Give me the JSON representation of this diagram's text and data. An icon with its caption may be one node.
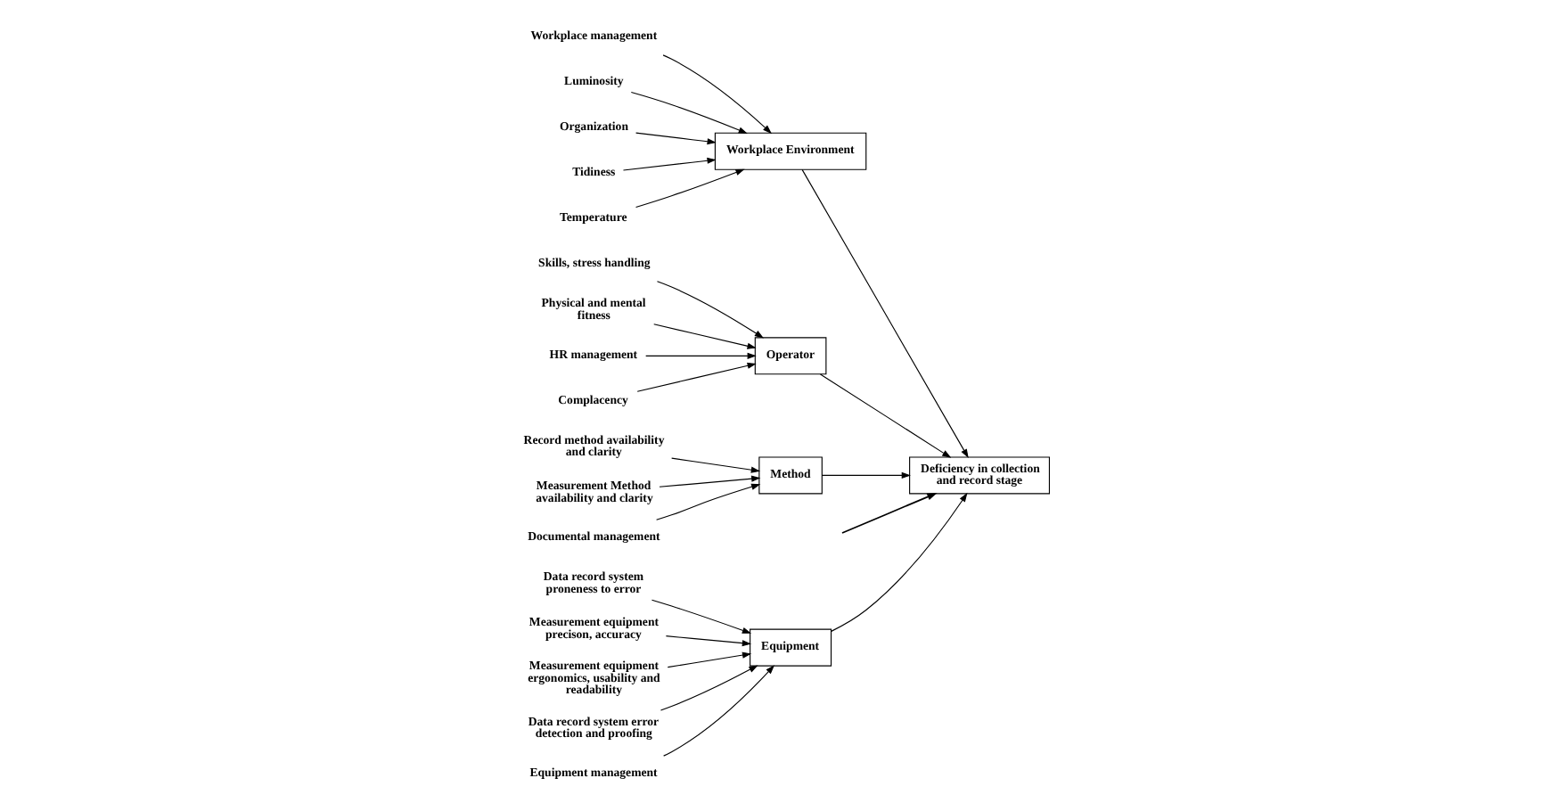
{
  "diagram": {
    "nodes": [
      {
        "text": [
          "Equipment"
        ]
      },
      {
        "text": [
          "Workplace Environment"
        ]
      },
      {
        "text": [
          "Deficiency in collection and record stage"
        ]
      },
      {
        "text": [
          "Operator"
        ]
      },
      {
        "text": [
          "Method"
        ]
      },
      {
        "text": [
          "Data record system proneness to error"
        ]
      },
      {
        "text": [
          "Measurement equipment precison, accuracy"
        ]
      },
      {
        "text": [
          "Measurement equipment ergonomics, usability and readability"
        ]
      },
      {
        "text": [
          "Data record system error detection and proofing"
        ]
      },
      {
        "text": [
          "Equipment management"
        ]
      },
      {
        "text": [
          "Workplace management"
        ]
      },
      {
        "text": [
          "Luminosity"
        ]
      },
      {
        "text": [
          "Organization"
        ]
      },
      {
        "text": [
          "Tidiness"
        ]
      },
      {
        "text": [
          "Temperature"
        ]
      },
      {
        "text": [
          "Skills, stress handling"
        ]
      },
      {
        "text": [
          "Physical and mental fitness"
        ]
      },
      {
        "text": [
          "HR management"
        ]
      },
      {
        "text": [
          "Complacency"
        ]
      },
      {
        "text": [
          "Record method availability and clarity"
        ]
      },
      {
        "text": [
          "Measurement Method availability and clarity"
        ]
      },
      {
        "text": [
          "Documental management"
        ]
      }
    ],
    "edges": [
      {
        "from": null,
        "to": 2,
        "arrow": "to"
      },
      {
        "from": 0,
        "to": 2,
        "arrow": "to"
      },
      {
        "from": 1,
        "to": 2,
        "arrow": "to"
      },
      {
        "from": 3,
        "to": 2,
        "arrow": "to"
      },
      {
        "from": 4,
        "to": 2,
        "arrow": "to"
      },
      {
        "from": 5,
        "to": 0,
        "arrow": "to"
      },
      {
        "from": 6,
        "to": 0,
        "arrow": "to"
      },
      {
        "from": 7,
        "to": 0,
        "arrow": "to"
      },
      {
        "from": 8,
        "to": 0,
        "arrow": "to"
      },
      {
        "from": 9,
        "to": 0,
        "arrow": "to"
      },
      {
        "from": 10,
        "to": 1,
        "arrow": "to"
      },
      {
        "from": 11,
        "to": 1,
        "arrow": "to"
      },
      {
        "from": 12,
        "to": 1,
        "arrow": "to"
      },
      {
        "from": 13,
        "to": 1,
        "arrow": "to"
      },
      {
        "from": 14,
        "to": 1,
        "arrow": "to"
      },
      {
        "from": 15,
        "to": 3,
        "arrow": "to"
      },
      {
        "from": 16,
        "to": 3,
        "arrow": "to"
      },
      {
        "from": 17,
        "to": 3,
        "arrow": "to"
      },
      {
        "from": 18,
        "to": 3,
        "arrow": "to"
      },
      {
        "from": 19,
        "to": 4,
        "arrow": "to"
      },
      {
        "from": 20,
        "to": 4,
        "arrow": "to"
      },
      {
        "from": 21,
        "to": 4,
        "arrow": "to"
      }
    ]
  }
}
